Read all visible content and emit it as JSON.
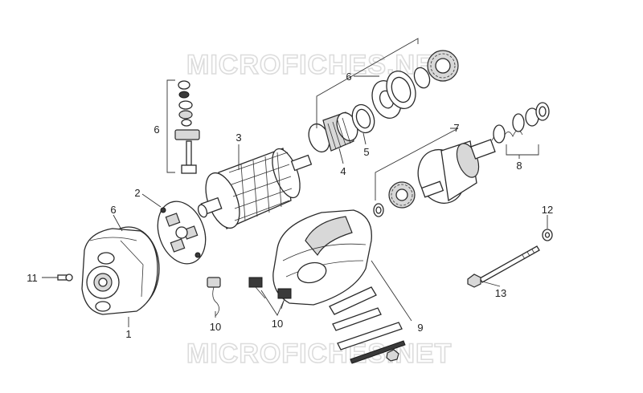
{
  "watermark": {
    "text": "MICROFICHES.NET"
  },
  "callouts": {
    "c1": "1",
    "c2": "2",
    "c3": "3",
    "c4": "4",
    "c5": "5",
    "c6_top": "6",
    "c6_left": "6",
    "c6_cover": "6",
    "c7": "7",
    "c8": "8",
    "c9": "9",
    "c10_brush": "10",
    "c10_holder": "10",
    "c11": "11",
    "c12": "12",
    "c13": "13"
  },
  "colors": {
    "line": "#2a2a2a",
    "watermark": "#dcdcdc",
    "background": "#ffffff"
  }
}
